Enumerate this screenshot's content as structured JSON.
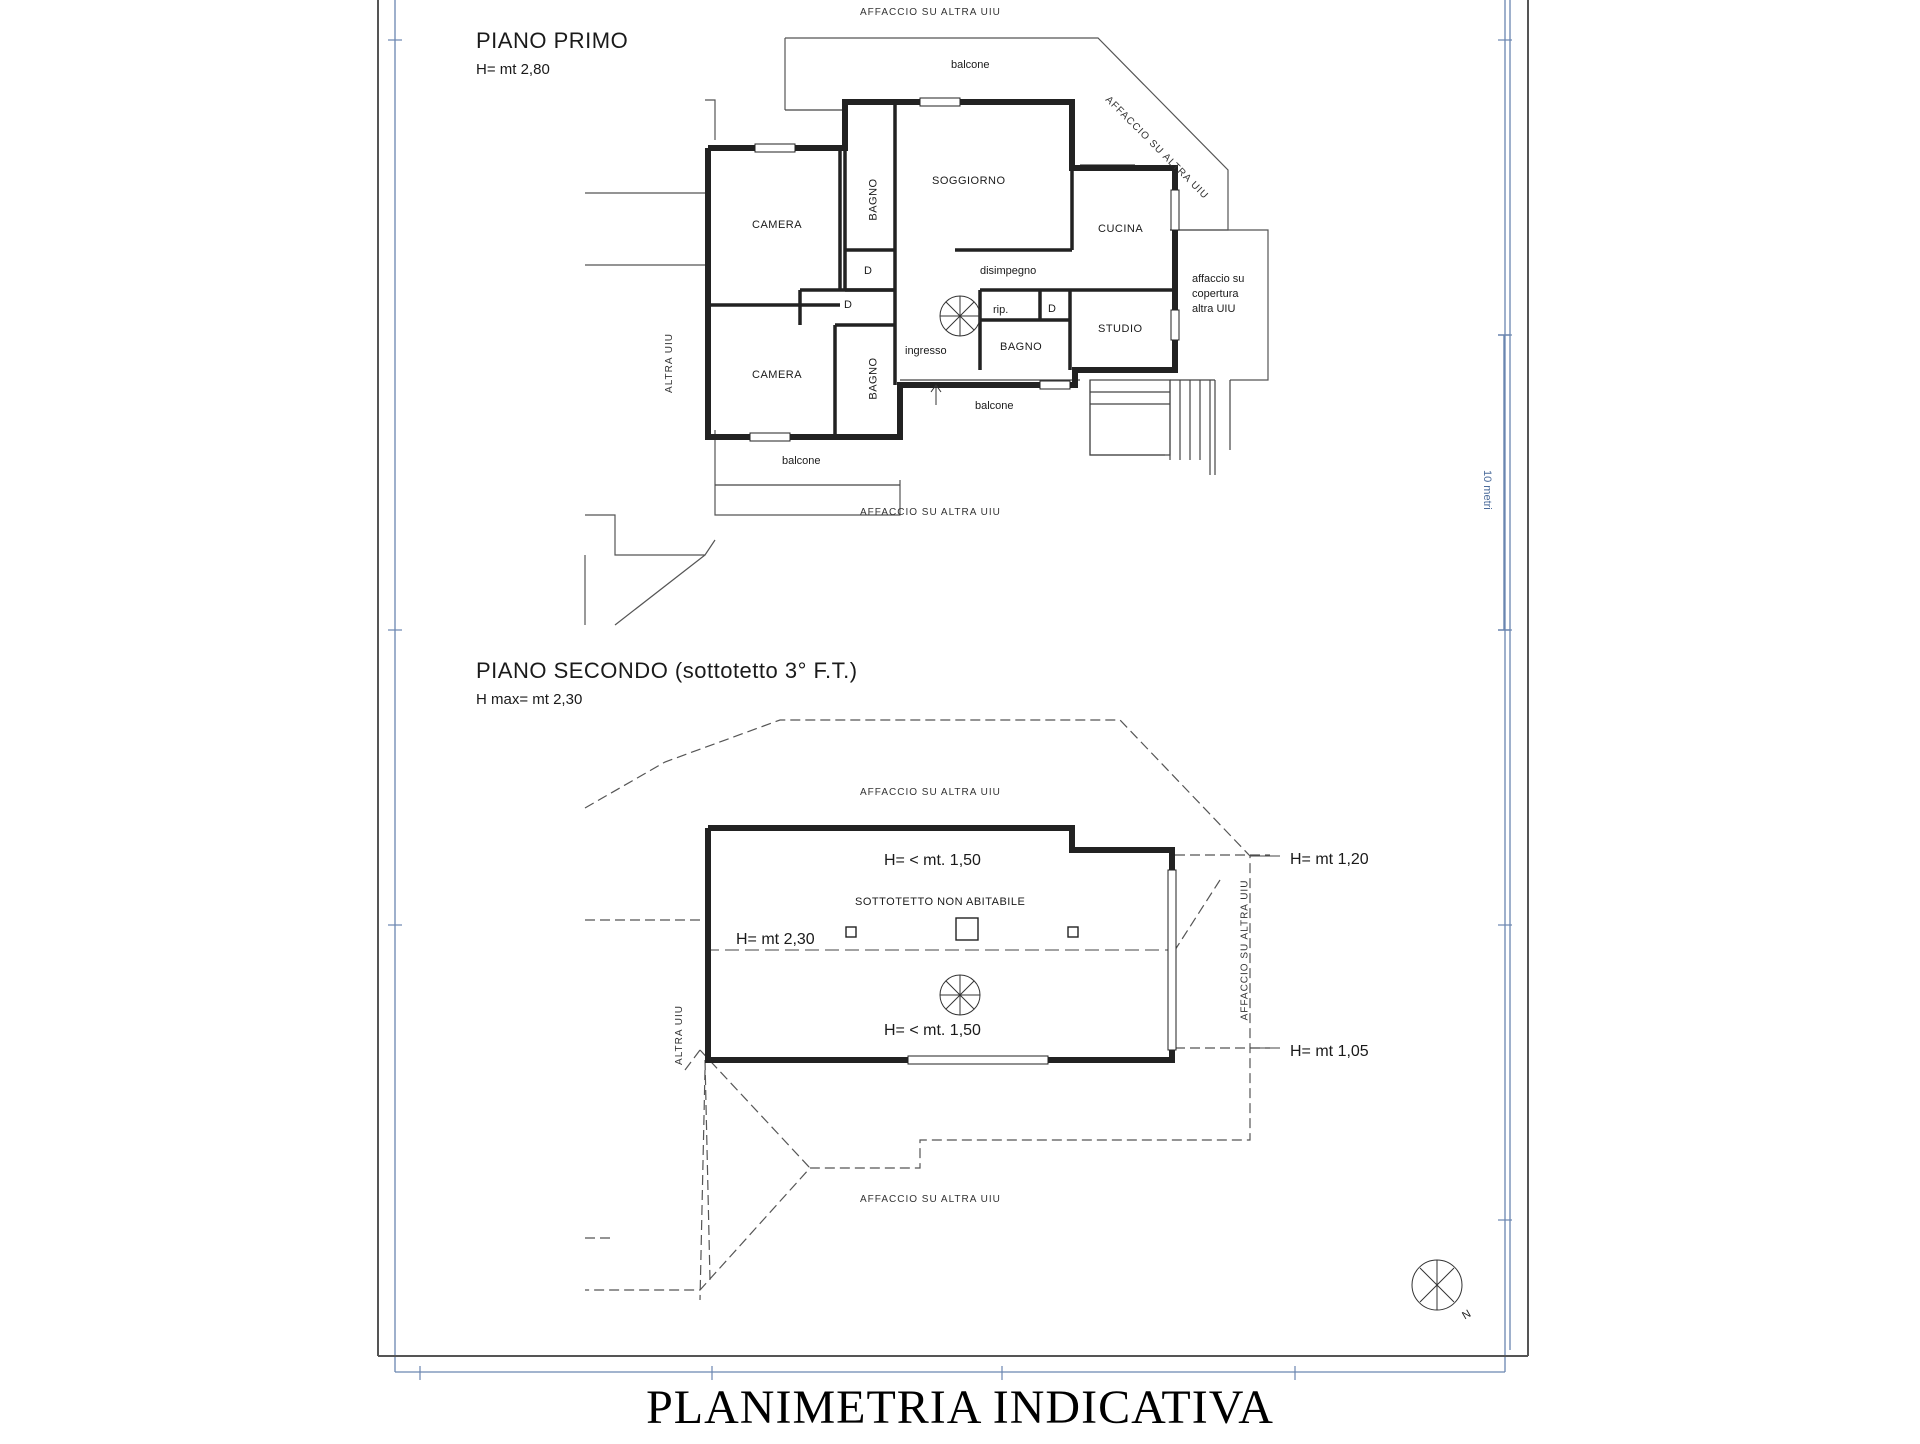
{
  "sheet": {
    "caption": "PLANIMETRIA INDICATIVA",
    "scale_label": "10 metri"
  },
  "first_floor": {
    "title": "PIANO PRIMO",
    "height": "H= mt 2,80",
    "rooms": {
      "soggiorno": "SOGGIORNO",
      "cucina": "CUCINA",
      "camera_1": "CAMERA",
      "camera_2": "CAMERA",
      "bagno_1": "BAGNO",
      "bagno_2": "BAGNO",
      "bagno_3": "BAGNO",
      "studio": "STUDIO",
      "disimpegno": "disimpegno",
      "ingresso": "ingresso",
      "rip": "rip.",
      "d_1": "D",
      "d_2": "D",
      "d_3": "D",
      "balcone_top": "balcone",
      "balcone_front": "balcone",
      "balcone_bottom": "balcone"
    },
    "context": {
      "top": "AFFACCIO SU ALTRA UIU",
      "diagonal": "AFFACCIO SU ALTRA UIU",
      "bottom": "AFFACCIO SU ALTRA UIU",
      "left": "ALTRA UIU",
      "right": "affaccio su copertura altra UIU"
    }
  },
  "second_floor": {
    "title": "PIANO SECONDO (sottotetto 3° F.T.)",
    "height": "H max= mt 2,30",
    "attic_label": "SOTTOTETTO NON ABITABILE",
    "heights": {
      "top": "H= < mt. 1,50",
      "bottom": "H= < mt. 1,50",
      "ridge": "H= mt 2,30",
      "right_top": "H= mt 1,20",
      "right_bottom": "H= mt 1,05"
    },
    "context": {
      "top": "AFFACCIO SU ALTRA UIU",
      "bottom": "AFFACCIO SU ALTRA UIU",
      "right": "AFFACCIO SU ALTRA UIU",
      "left": "ALTRA UIU"
    }
  },
  "north_arrow": {
    "letter": "N"
  }
}
